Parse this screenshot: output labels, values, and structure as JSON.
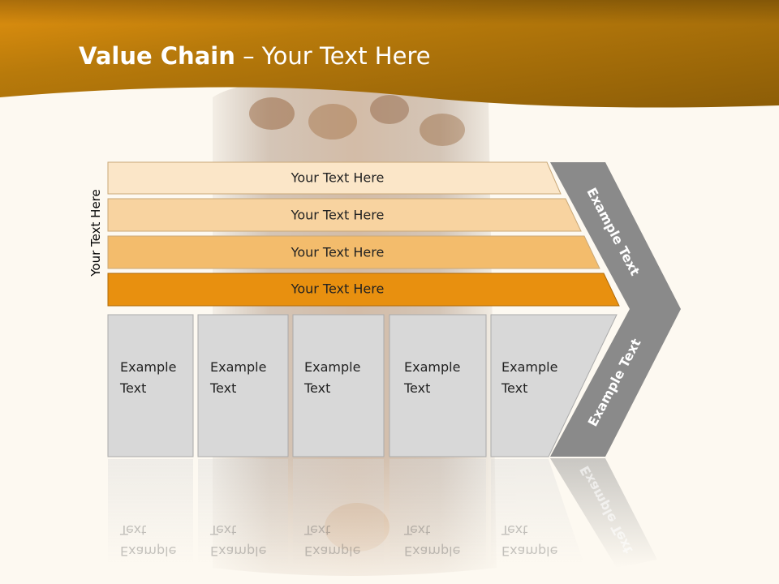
{
  "title": {
    "bold": "Value Chain",
    "rest": " – Your Text Here"
  },
  "side_label": "Your Text Here",
  "bars": [
    {
      "label": "Your Text Here",
      "color": "#fbe6c8"
    },
    {
      "label": "Your Text Here",
      "color": "#f8d3a0"
    },
    {
      "label": "Your Text Here",
      "color": "#f3bc6c"
    },
    {
      "label": "Your Text Here",
      "color": "#e8900f"
    }
  ],
  "boxes": [
    {
      "line1": "Example",
      "line2": "Text"
    },
    {
      "line1": "Example",
      "line2": "Text"
    },
    {
      "line1": "Example",
      "line2": "Text"
    },
    {
      "line1": "Example",
      "line2": "Text"
    },
    {
      "line1": "Example",
      "line2": "Text"
    }
  ],
  "chevron": {
    "top_label": "Example Text",
    "bottom_label": "Example Text",
    "color": "#8a8a8a"
  },
  "colors": {
    "header_dark": "#8a5a06",
    "header_light": "#e49313",
    "background": "#fdf9f1",
    "box_fill": "#d8d8d8"
  }
}
